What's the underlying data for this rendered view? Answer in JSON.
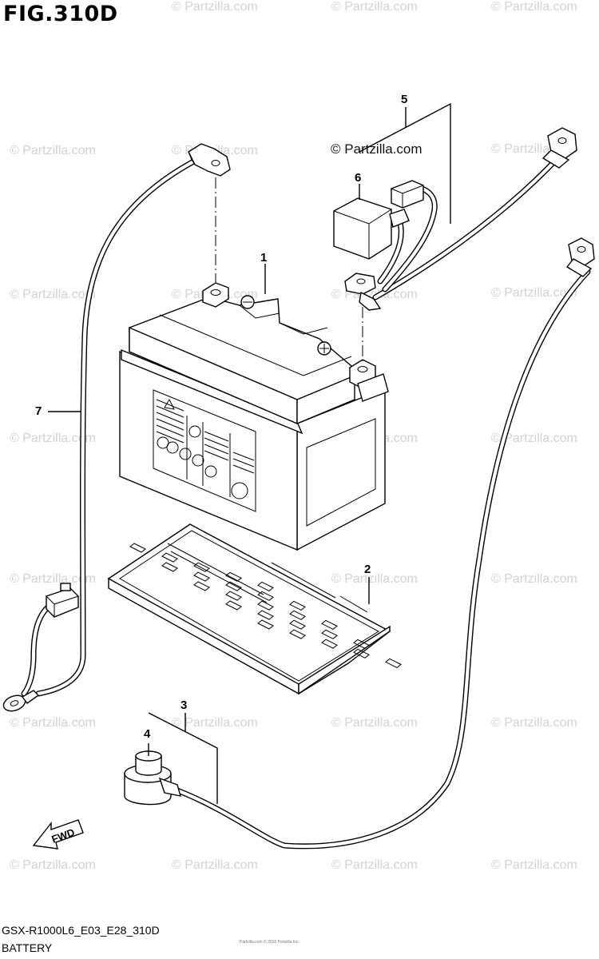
{
  "figure": {
    "title": "FIG.310D",
    "model_code": "GSX-R1000L6_E03_E28_310D",
    "caption": "BATTERY"
  },
  "brand_label": "© Partzilla.com",
  "watermark_text": "© Partzilla.com",
  "copyright_text": "Partzilla.com © 2016 Partzilla Inc.",
  "direction_arrow": "FWD",
  "callouts": [
    "1",
    "2",
    "3",
    "4",
    "5",
    "6",
    "7"
  ],
  "colors": {
    "ink": "#000000",
    "watermark": "#d2d2d2"
  }
}
